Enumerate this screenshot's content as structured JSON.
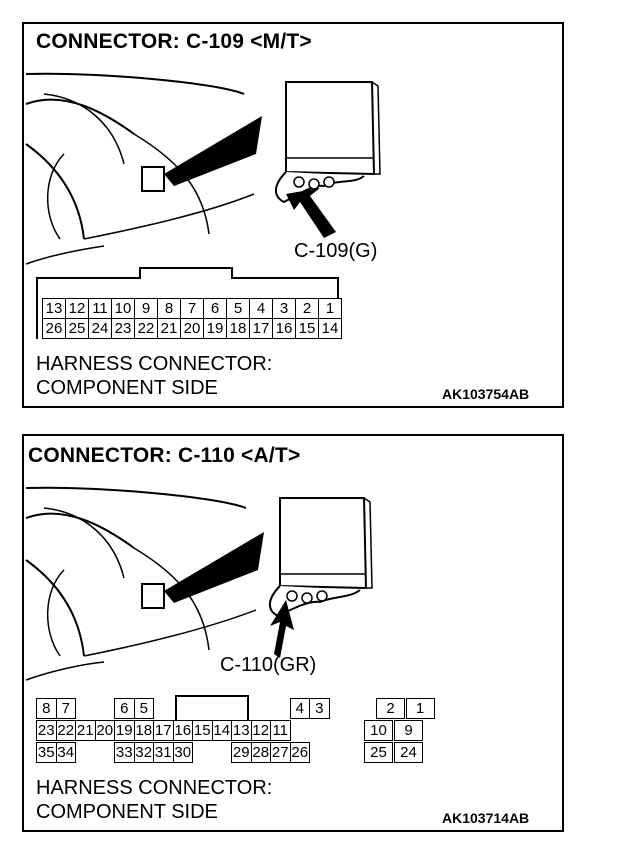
{
  "panels": [
    {
      "title": "CONNECTOR: C-109 <M/T>",
      "callout": "C-109(G)",
      "rows": [
        [
          "13",
          "12",
          "11",
          "10",
          "9",
          "8",
          "7",
          "6",
          "5",
          "4",
          "3",
          "2",
          "1"
        ],
        [
          "26",
          "25",
          "24",
          "23",
          "22",
          "21",
          "20",
          "19",
          "18",
          "17",
          "16",
          "15",
          "14"
        ]
      ],
      "side_label_1": "HARNESS CONNECTOR:",
      "side_label_2": "COMPONENT SIDE",
      "figure_code": "AK103754AB"
    },
    {
      "title": "CONNECTOR: C-110 <A/T>",
      "callout": "C-110(GR)",
      "rows": [
        [
          "8",
          "7",
          "",
          "",
          "6",
          "5",
          "",
          "",
          "",
          "",
          "",
          "",
          "",
          "4",
          "3",
          "",
          "",
          "2",
          "1"
        ],
        [
          "23",
          "22",
          "21",
          "20",
          "19",
          "18",
          "17",
          "16",
          "15",
          "14",
          "13",
          "12",
          "11",
          "10",
          "9"
        ],
        [
          "35",
          "34",
          "",
          "",
          "33",
          "32",
          "31",
          "30",
          "",
          "",
          "29",
          "28",
          "27",
          "26",
          "",
          "25",
          "24"
        ]
      ],
      "side_label_1": "HARNESS CONNECTOR:",
      "side_label_2": "COMPONENT SIDE",
      "figure_code": "AK103714AB"
    }
  ]
}
